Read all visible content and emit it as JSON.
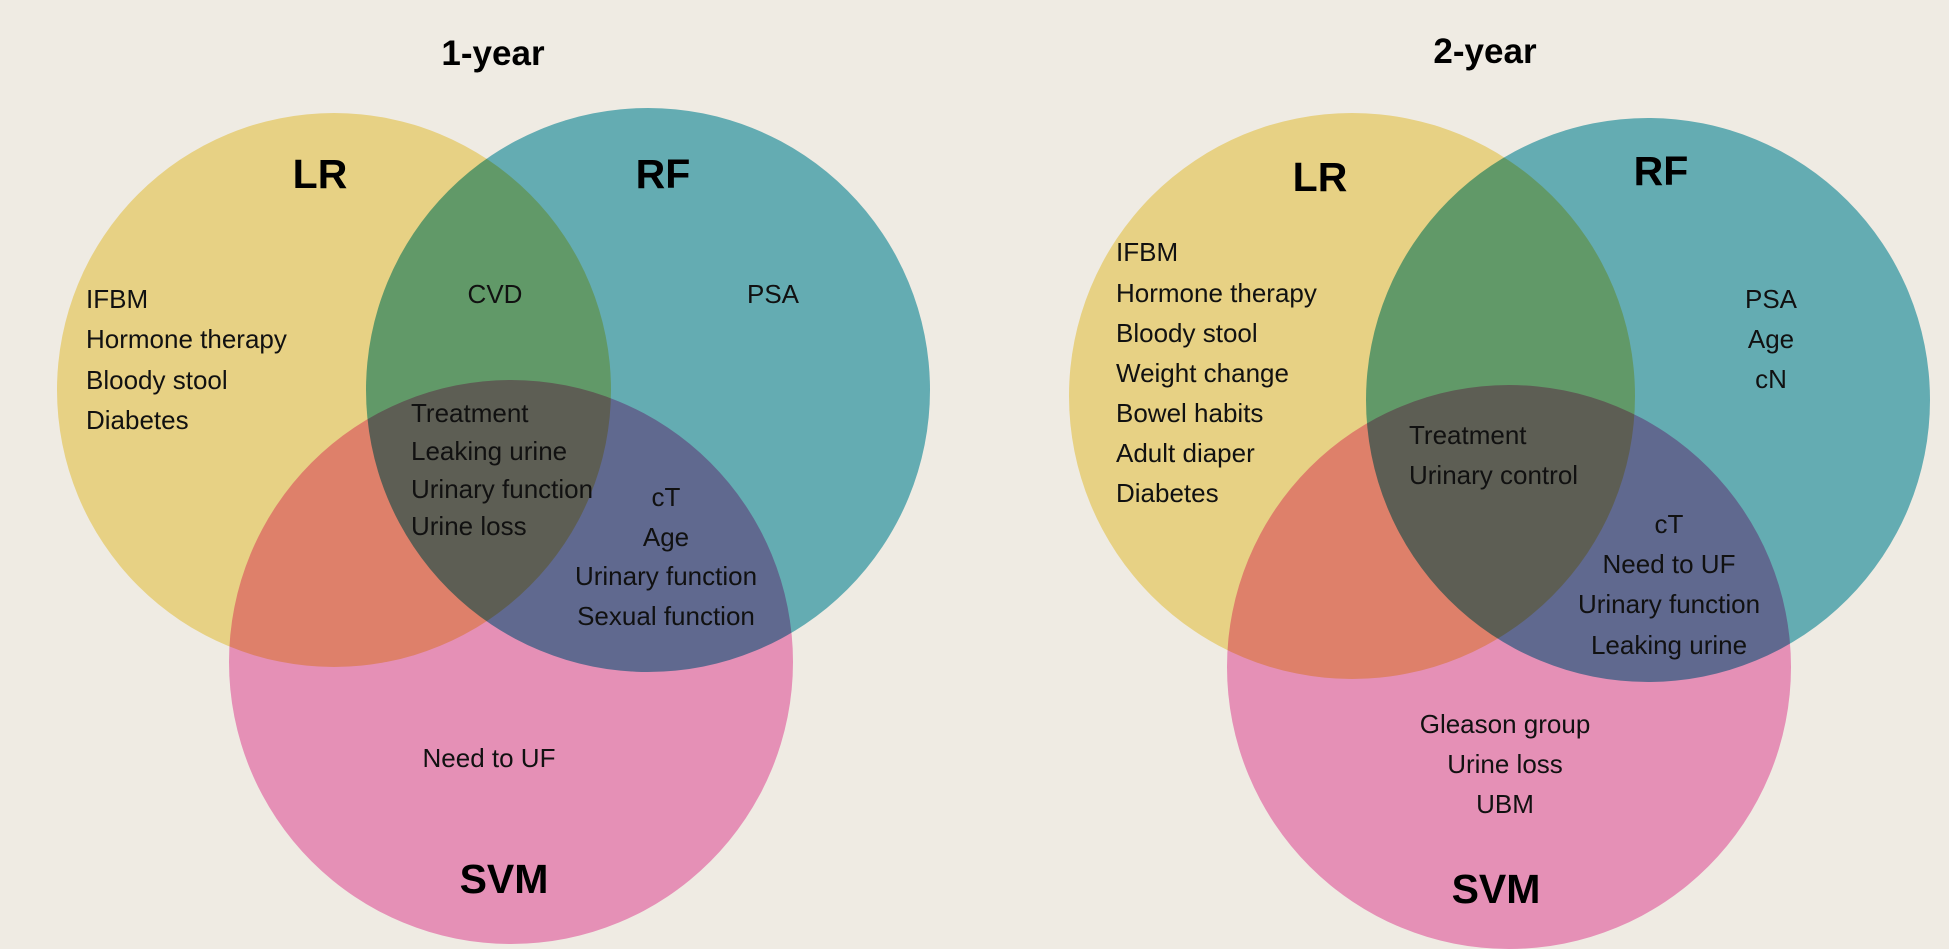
{
  "colors": {
    "background": "#efebe3",
    "LR": "#f7e394",
    "RF": "#6bbbc8",
    "SVM": "#f59ccd"
  },
  "diagrams": [
    {
      "title": "1-year",
      "sets": {
        "LR": "LR",
        "RF": "RF",
        "SVM": "SVM"
      },
      "regions": {
        "lr_only": [
          "IFBM",
          "Hormone therapy",
          "Bloody stool",
          "Diabetes"
        ],
        "lr_rf": [
          "CVD"
        ],
        "rf_only": [
          "PSA"
        ],
        "all": [
          "Treatment",
          "Leaking urine",
          "Urinary function",
          "Urine loss"
        ],
        "rf_svm": [
          "cT",
          "Age",
          "Urinary function",
          "Sexual function"
        ],
        "svm_only": [
          "Need to UF"
        ]
      }
    },
    {
      "title": "2-year",
      "sets": {
        "LR": "LR",
        "RF": "RF",
        "SVM": "SVM"
      },
      "regions": {
        "lr_only": [
          "IFBM",
          "Hormone therapy",
          "Bloody stool",
          "Weight change",
          "Bowel habits",
          "Adult diaper",
          "Diabetes"
        ],
        "rf_only": [
          "PSA",
          "Age",
          "cN"
        ],
        "all": [
          "Treatment",
          "Urinary control"
        ],
        "rf_svm": [
          "cT",
          "Need to UF",
          "Urinary function",
          "Leaking urine"
        ],
        "svm_only": [
          "Gleason group",
          "Urine loss",
          "UBM"
        ]
      }
    }
  ]
}
